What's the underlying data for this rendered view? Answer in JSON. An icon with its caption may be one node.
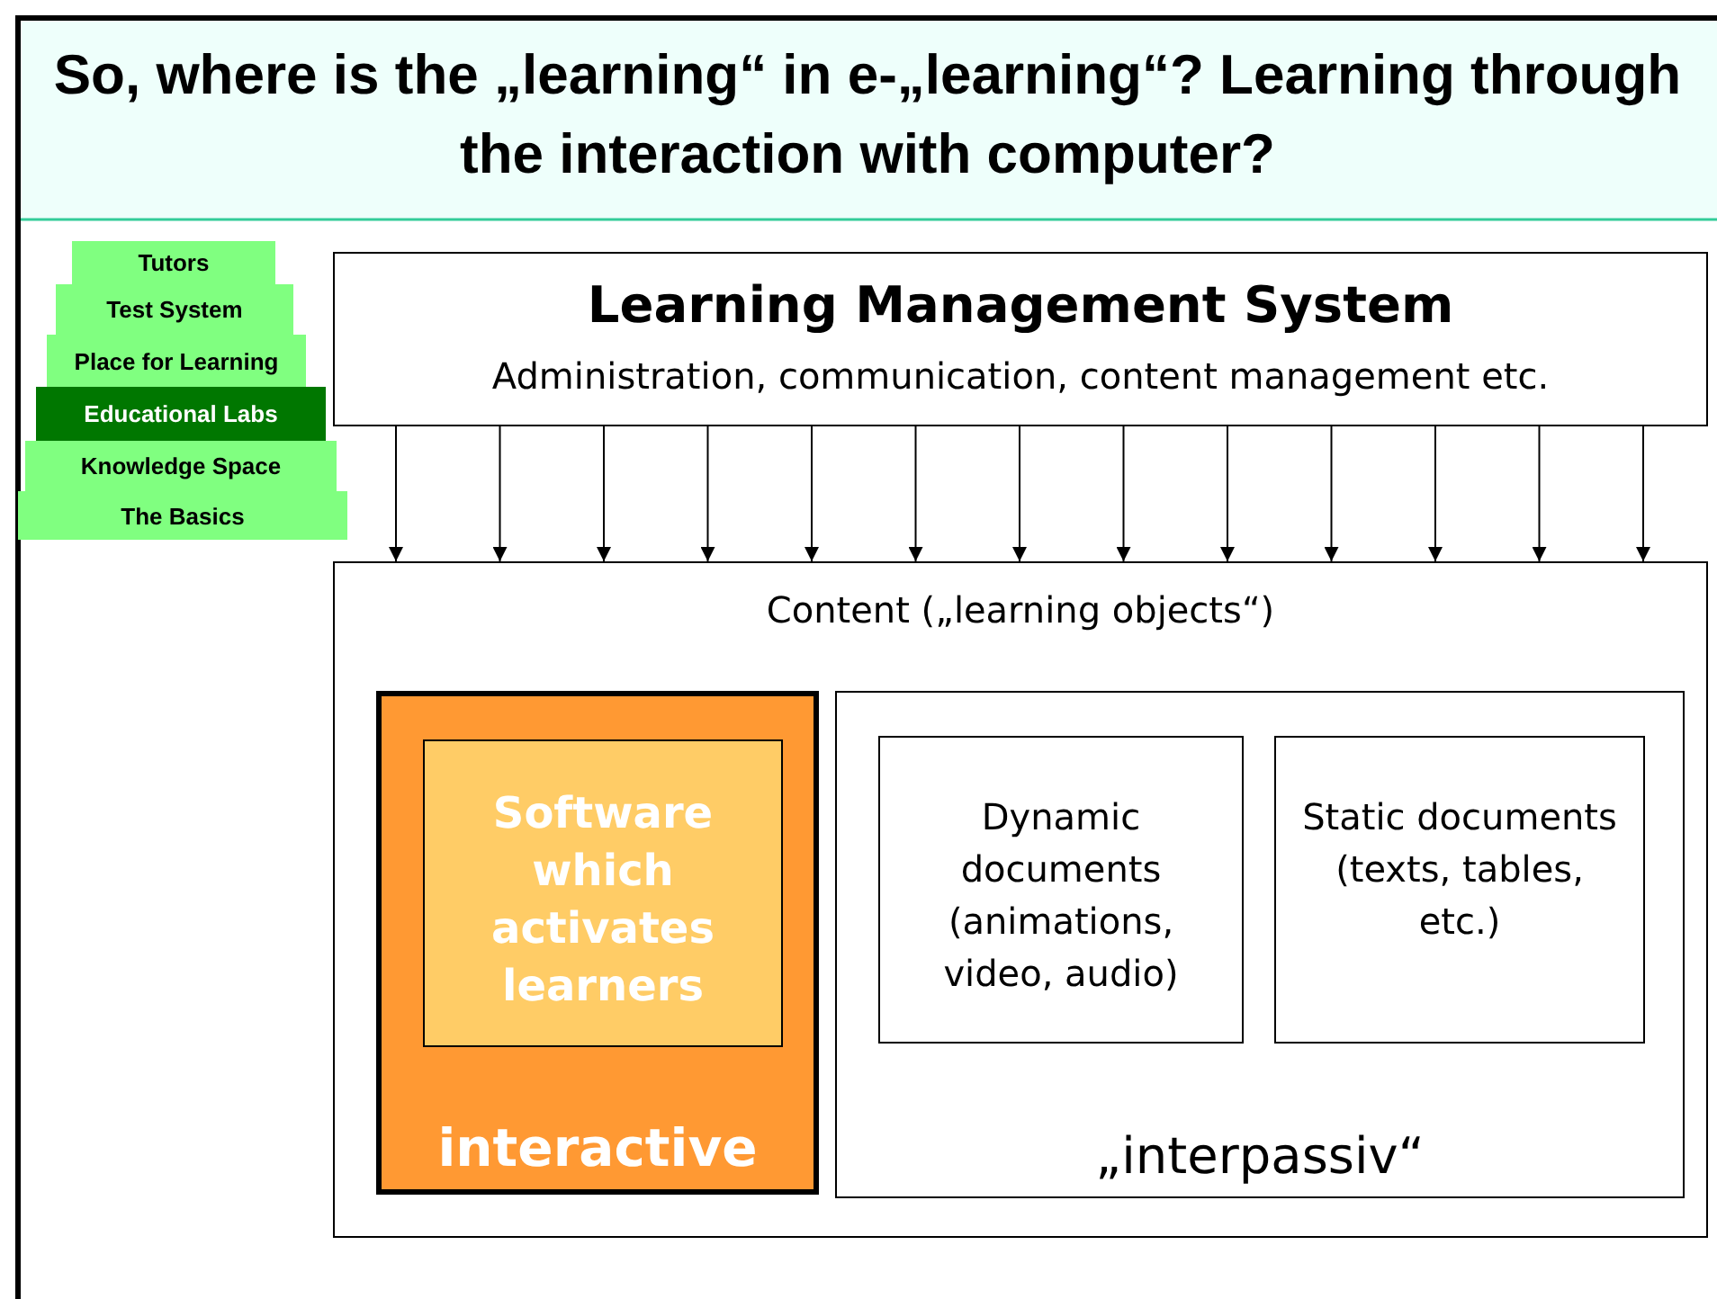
{
  "diagram": {
    "title": "So, where is the „learning“ in e-„learning“? Learning through the interaction with computer?",
    "nodes": [
      {
        "text": [
          "Tutors"
        ]
      },
      {
        "text": [
          "Test System"
        ]
      },
      {
        "text": [
          "Place for Learning"
        ]
      },
      {
        "text": [
          "Educational Labs"
        ]
      },
      {
        "text": [
          "Knowledge Space"
        ]
      },
      {
        "text": [
          "The Basics"
        ]
      },
      {
        "text": [
          "Learning Management System",
          "Administration, communication, content management etc."
        ]
      },
      {
        "text": [
          "Content („learning objects“)"
        ]
      },
      {
        "text": [
          "interactive"
        ],
        "in": 7
      },
      {
        "text": [
          "Software which activates learners"
        ],
        "in": 8
      },
      {
        "text": [
          "„interpassiv“"
        ],
        "in": 7
      },
      {
        "text": [
          "Dynamic documents (animations, video, audio)"
        ],
        "in": 10
      },
      {
        "text": [
          "Static documents (texts, tables, etc.)"
        ],
        "in": 10
      }
    ],
    "edges": [
      {
        "from": 6,
        "to": 7,
        "arrow": "to"
      },
      {
        "from": 6,
        "to": 7,
        "arrow": "to"
      },
      {
        "from": 6,
        "to": 7,
        "arrow": "to"
      },
      {
        "from": 6,
        "to": 7,
        "arrow": "to"
      },
      {
        "from": 6,
        "to": 7,
        "arrow": "to"
      },
      {
        "from": 6,
        "to": 7,
        "arrow": "to"
      },
      {
        "from": 6,
        "to": 7,
        "arrow": "to"
      },
      {
        "from": 6,
        "to": 7,
        "arrow": "to"
      },
      {
        "from": 6,
        "to": 7,
        "arrow": "to"
      },
      {
        "from": 6,
        "to": 7,
        "arrow": "to"
      },
      {
        "from": 6,
        "to": 7,
        "arrow": "to"
      },
      {
        "from": 6,
        "to": 7,
        "arrow": "to"
      },
      {
        "from": 6,
        "to": 7,
        "arrow": "to"
      }
    ]
  }
}
